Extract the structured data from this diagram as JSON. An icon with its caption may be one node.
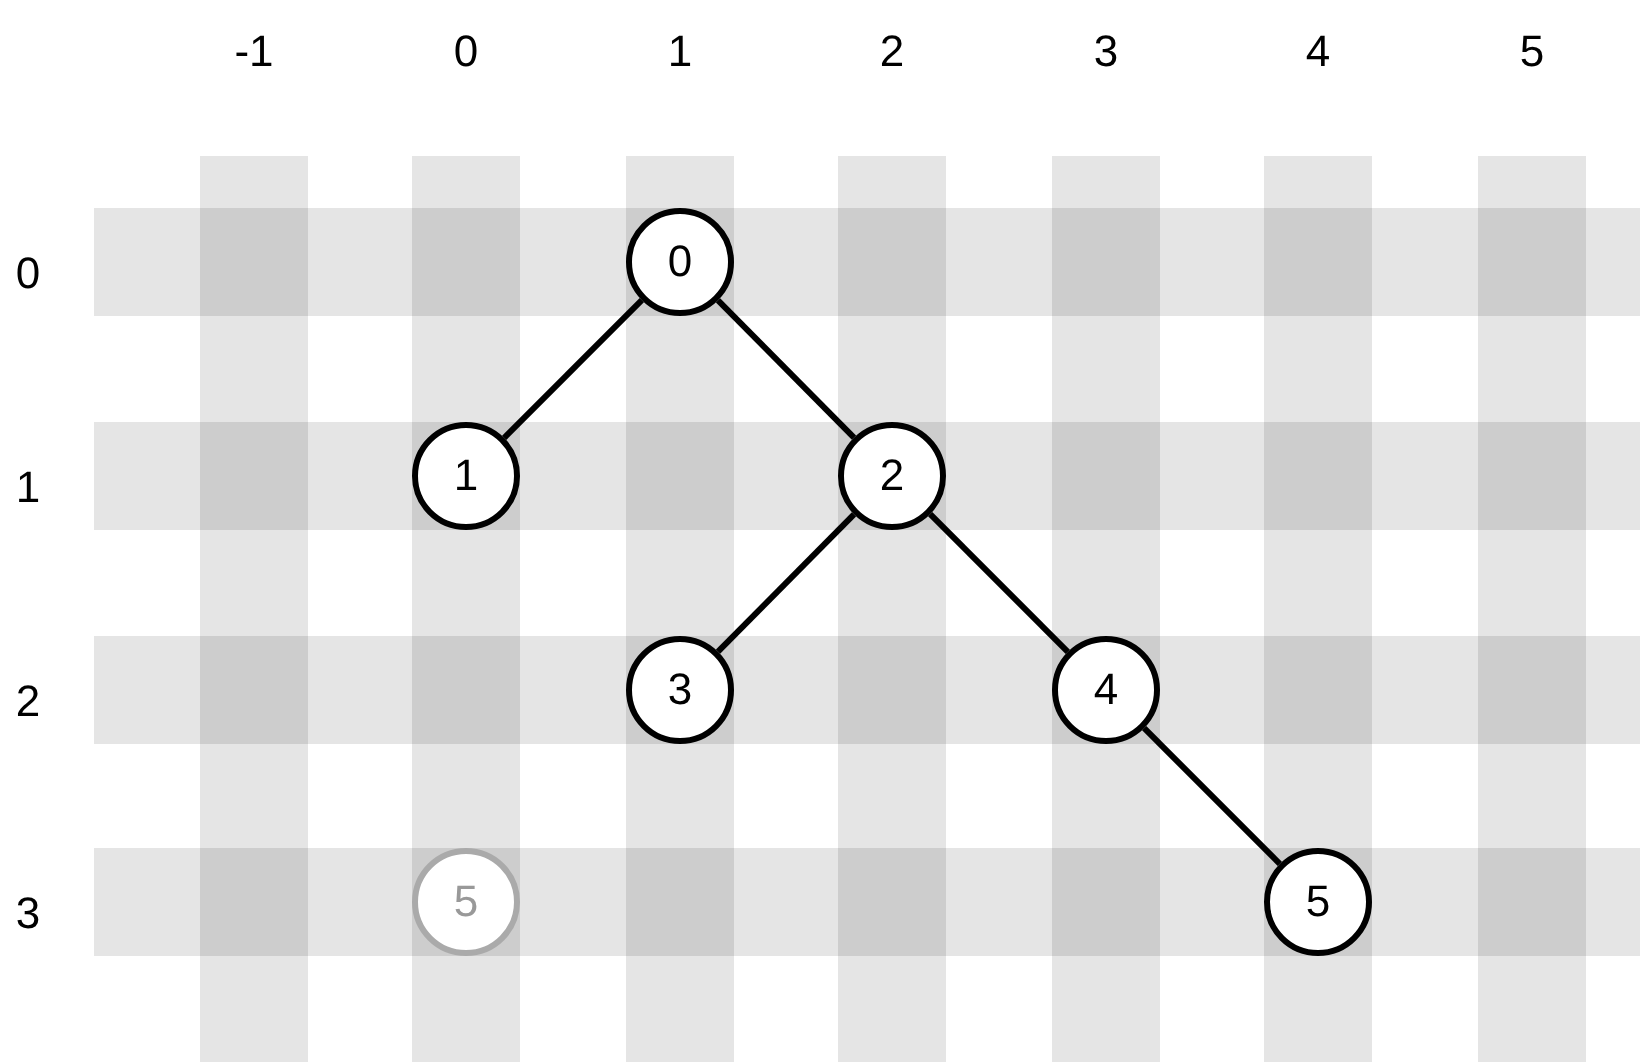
{
  "diagram": {
    "nodes": [
      {
        "text": [
          "0"
        ]
      },
      {
        "text": [
          "1"
        ]
      },
      {
        "text": [
          "2"
        ]
      },
      {
        "text": [
          "3"
        ]
      },
      {
        "text": [
          "4"
        ]
      },
      {
        "text": [
          "5"
        ]
      },
      {
        "text": [
          "5"
        ]
      }
    ],
    "edges": [
      {
        "from": 0,
        "to": 1,
        "arrow": "none"
      },
      {
        "from": 0,
        "to": 2,
        "arrow": "none"
      },
      {
        "from": 2,
        "to": 3,
        "arrow": "none"
      },
      {
        "from": 2,
        "to": 4,
        "arrow": "none"
      },
      {
        "from": 4,
        "to": 5,
        "arrow": "none"
      }
    ],
    "labels": [
      "-1",
      "0",
      "1",
      "2",
      "3",
      "4",
      "5",
      "0",
      "1",
      "2",
      "3"
    ]
  }
}
